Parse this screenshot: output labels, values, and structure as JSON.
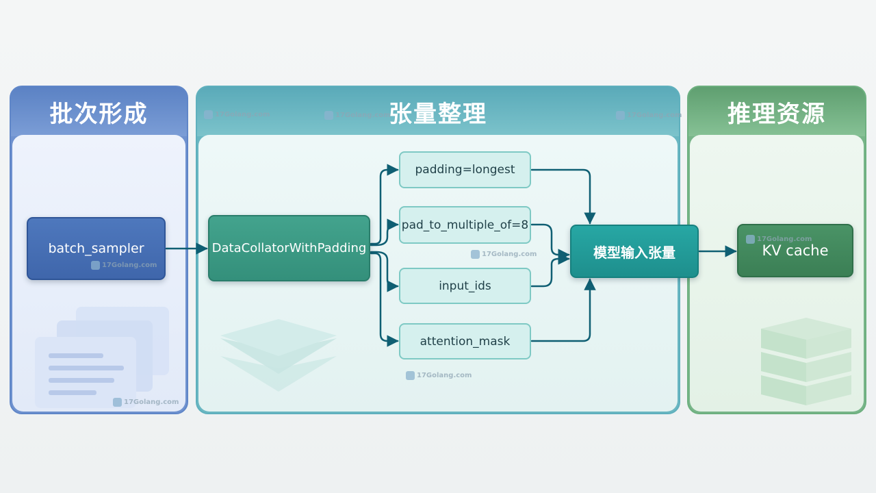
{
  "panels": {
    "batch": {
      "title": "批次形成"
    },
    "tensor": {
      "title": "张量整理"
    },
    "infer": {
      "title": "推理资源"
    }
  },
  "nodes": {
    "batch_sampler": "batch_sampler",
    "collator": "DataCollatorWithPadding",
    "padding_longest": "padding=longest",
    "pad_multiple": "pad_to_multiple_of=8",
    "input_ids": "input_ids",
    "attention_mask": "attention_mask",
    "model_input": "模型输入张量",
    "kv_cache": "KV cache"
  },
  "watermark": {
    "text": "17Golang.com"
  },
  "colors": {
    "arrow": "#0f5f73",
    "batch_blue": "#4e78bd",
    "collator_green": "#3a9884",
    "model_teal": "#22a09d",
    "kv_green": "#438a5d"
  }
}
